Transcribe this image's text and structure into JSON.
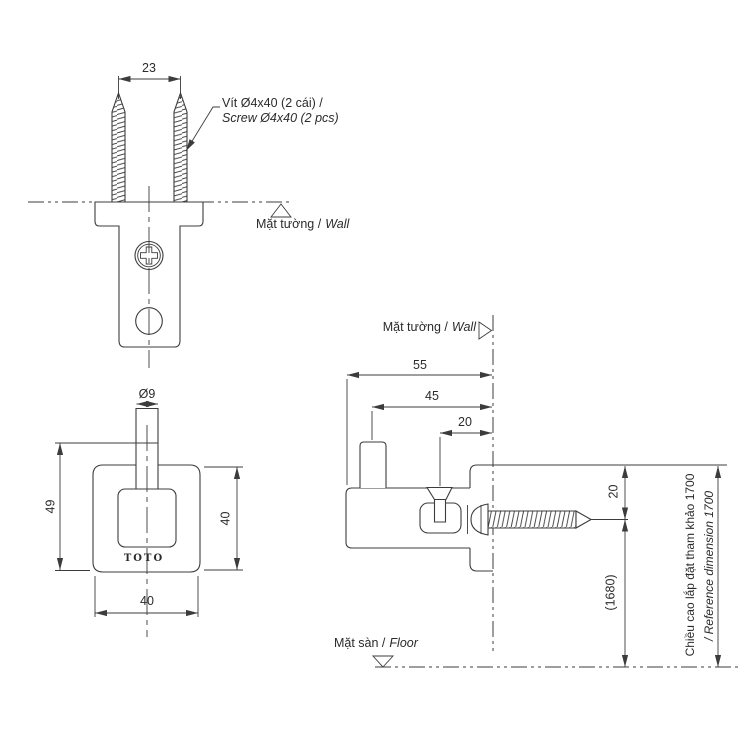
{
  "colors": {
    "line": "#3c3c3c",
    "text": "#2b2b2b",
    "background": "#ffffff"
  },
  "top_view": {
    "dim_screw_spacing": "23",
    "screw_note_line1": "Vít Ø4x40 (2 cái) /",
    "screw_note_line2": "Screw Ø4x40 (2 pcs)",
    "wall_label_vi": "Mặt tường /",
    "wall_label_en": "Wall"
  },
  "front_view": {
    "dim_pin_diameter": "Ø9",
    "dim_overall_height": "49",
    "dim_plate_height": "40",
    "dim_plate_width": "40",
    "brand": "TOTO"
  },
  "side_view": {
    "wall_label_vi": "Mặt tường /",
    "wall_label_en": "Wall",
    "dim_overall_depth": "55",
    "dim_pin_to_wall": "45",
    "dim_setscrew_to_wall": "20",
    "dim_top_to_axis": "20",
    "dim_axis_to_floor": "(1680)",
    "install_height_note_vi": "Chiều cao lắp đặt tham khảo 1700",
    "install_height_note_en": "/ Reference dimension 1700",
    "floor_label_vi": "Mặt sàn /",
    "floor_label_en": "Floor"
  }
}
